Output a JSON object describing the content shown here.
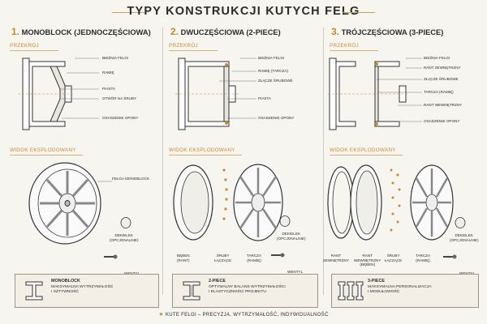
{
  "title": "TYPY KONSTRUKCJI KUTYCH FELG",
  "columns": [
    {
      "num": "1.",
      "heading": "MONOBLOCK (JEDNOCZĘŚCIOWA)",
      "section_cross": "PRZEKRÓJ",
      "section_exploded": "WIDOK EKSPLODOWANY",
      "cross_labels": [
        "BIEŻNIA FELGI",
        "RAMIĘ",
        "PIASTA",
        "OTWÓR NA ŚRUBY",
        "OSADZENIE OPONY"
      ],
      "exploded_labels": [
        "FELGA MONOBLOCK",
        "DEKIELEK\n(OPCJONALNIE)",
        "WENTYL"
      ],
      "box_title": "MONOBLOCK",
      "box_desc": "MAKSYMALNA WYTRZYMAŁOŚĆ\nI SZTYWNOŚĆ"
    },
    {
      "num": "2.",
      "heading": "DWUCZĘŚCIOWA (2-PIECE)",
      "section_cross": "PRZEKRÓJ",
      "section_exploded": "WIDOK EKSPLODOWANY",
      "cross_labels": [
        "BIEŻNIA FELGI",
        "RAMIĘ (TARCZA)",
        "ZŁĄCZE ŚRUBOWE",
        "PIASTA",
        "OSADZENIE OPONY"
      ],
      "exploded_labels": [
        "BĘBEN\n(RANT)",
        "ŚRUBY\nŁĄCZĄCE",
        "TARCZA\n(RAMIĘ)",
        "DEKIELEK\n(OPCJONALNIE)",
        "WENTYL"
      ],
      "box_title": "2-PIECE",
      "box_desc": "OPTYMALNY BALANS WYTRZYMAŁOŚCI\nI ELASTYCZNOŚCI PROJEKTU"
    },
    {
      "num": "3.",
      "heading": "TRÓJCZĘŚCIOWA (3-PIECE)",
      "section_cross": "PRZEKRÓJ",
      "section_exploded": "WIDOK EKSPLODOWANY",
      "cross_labels": [
        "BIEŻNIA FELGI",
        "RANT ZEWNĘTRZNY",
        "ZŁĄCZE ŚRUBOWE",
        "TARCZA (RAMIĘ)",
        "RANT WEWNĘTRZNY",
        "OSADZENIE OPONY"
      ],
      "exploded_labels": [
        "RANT\nZEWNĘTRZNY",
        "RANT\nWEWNĘTRZNY\n(BĘBEN)",
        "ŚRUBY\nŁĄCZĄCE",
        "TARCZA\n(RAMIĘ)",
        "DEKIELEK\n(OPCJONALNIE)",
        "WENTYL"
      ],
      "box_title": "3-PIECE",
      "box_desc": "MAKSYMALNA PERSONALIZACJA\nI MODUŁOWOŚĆ"
    }
  ],
  "footer": "KUTE FELGI – PRECYZJA, WYTRZYMAŁOŚĆ, INDYWIDUALNOŚĆ",
  "colors": {
    "accent": "#c98a2a",
    "ink": "#2b2b2b",
    "background": "#f7f5f0"
  },
  "icons": [
    "i-beam-icon",
    "two-piece-icon",
    "three-piece-icon",
    "star-icon"
  ]
}
